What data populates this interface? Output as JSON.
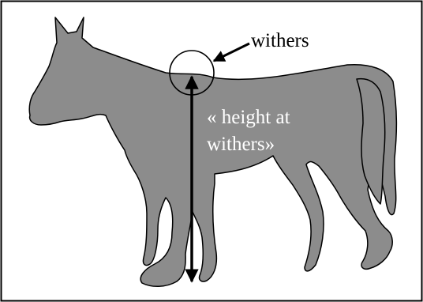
{
  "diagram": {
    "labels": {
      "withers": "withers",
      "height_line1": "« height at",
      "height_line2": "withers»"
    },
    "colors": {
      "horse_fill": "#8c8c8c",
      "horse_outline": "#000000",
      "frame": "#000000",
      "background": "#ffffff",
      "label_on_white": "#000000",
      "label_on_horse": "#ffffff",
      "arrow": "#000000"
    },
    "elements": {
      "subject": "horse-silhouette",
      "marker": "withers-circle",
      "measure": "height-arrow"
    }
  }
}
